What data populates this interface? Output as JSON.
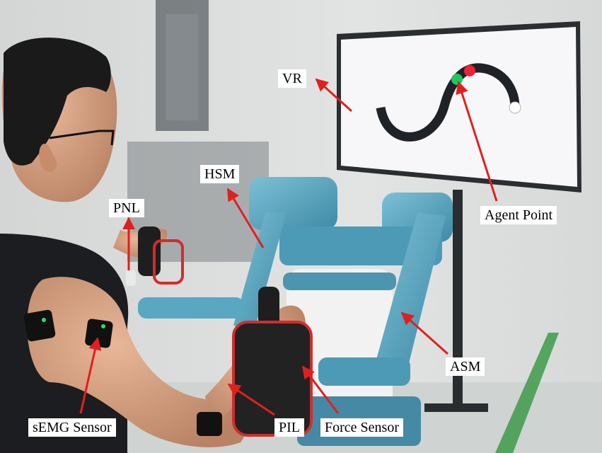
{
  "labels": {
    "vr": "VR",
    "hsm": "HSM",
    "pnl": "PNL",
    "agent_point": "Agent Point",
    "asm": "ASM",
    "semg_sensor": "sEMG Sensor",
    "pil": "PIL",
    "force_sensor": "Force Sensor"
  },
  "colors": {
    "annotation_red": "#e0201e",
    "robot_blue": "#5ba7c2",
    "screen_white": "#f7f7f9",
    "track_dark": "#1f2226",
    "agent_red": "#ee2233",
    "agent_green": "#22c55e"
  }
}
